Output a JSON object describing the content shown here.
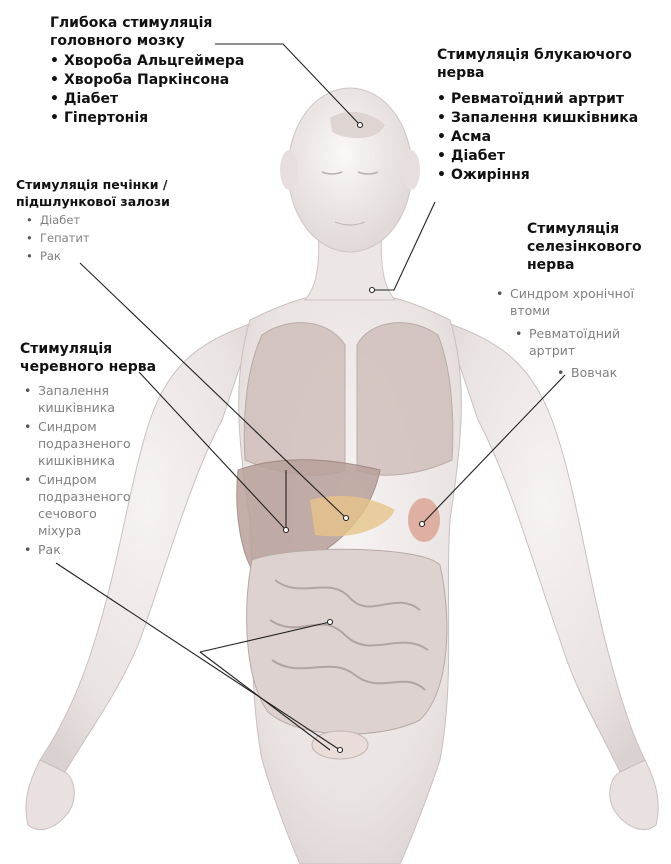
{
  "deep_brain": {
    "title": [
      "Глибока стимуляція",
      "головного мозку"
    ],
    "items": [
      "Хвороба Альцгеймера",
      "Хвороба Паркінсона",
      "Діабет",
      "Гіпертонія"
    ]
  },
  "vagus": {
    "title": [
      "Стимуляція блукаючого",
      "нерва"
    ],
    "items": [
      "Ревматоїдний артрит",
      "Запалення кишківника",
      "Асма",
      "Діабет",
      "Ожиріння"
    ]
  },
  "liver": {
    "title": [
      "Стимуляція печінки /",
      "підшлункової залози"
    ],
    "items": [
      "Діабет",
      "Гепатит",
      "Рак"
    ]
  },
  "spleen": {
    "title": [
      "Стимуляція",
      "селезінкового",
      "нерва"
    ],
    "items": [
      [
        "Синдром хронічної",
        "втоми"
      ],
      [
        "Ревматоїдний",
        "артрит"
      ],
      [
        "Вовчак"
      ]
    ]
  },
  "abdominal": {
    "title": [
      "Стимуляція",
      "черевного нерва"
    ],
    "items": [
      [
        "Запалення",
        "кишківника"
      ],
      [
        "Синдром",
        "подразненого",
        "кишківника"
      ],
      [
        "Синдром",
        "подразненого",
        "сечового",
        "міхура"
      ],
      [
        "Рак"
      ]
    ]
  }
}
